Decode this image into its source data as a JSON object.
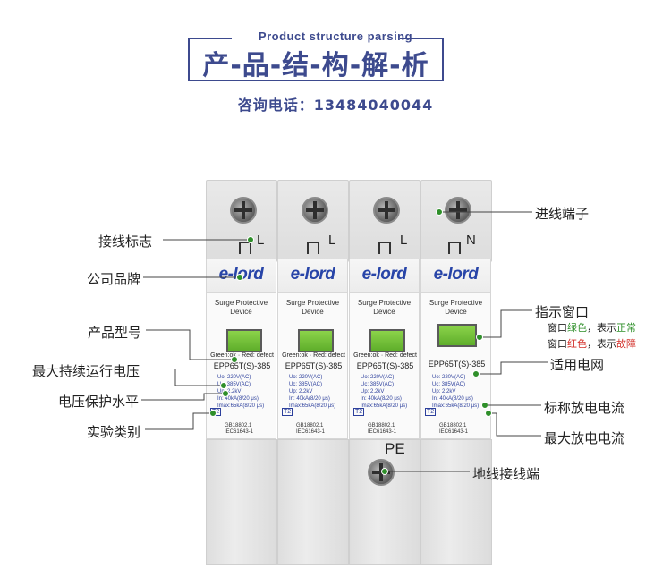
{
  "header": {
    "subtitle_en": "Product structure parsing",
    "title": "产-品-结-构-解-析",
    "phone": "咨询电话：13484040044"
  },
  "device": {
    "modules": [
      {
        "terminal": "L",
        "brand": "e-lord",
        "name": "Surge Protective\nDevice",
        "status": "Green:ok · Red: defect",
        "model": "EPP65T(S)-385",
        "specs": "Uo: 220V(AC)\nUc: 385V(AC)\nUp: 2.2kV\nIn: 40kA(8/20 μs)\nImax:65kA(8/20 μs)",
        "class": "T2",
        "standards": "GB18802.1\nIEC61643-1"
      },
      {
        "terminal": "L",
        "brand": "e-lord",
        "name": "Surge Protective\nDevice",
        "status": "Green:ok · Red: defect",
        "model": "EPP65T(S)-385",
        "specs": "Uo: 220V(AC)\nUc: 385V(AC)\nUp: 2.2kV\nIn: 40kA(8/20 μs)\nImax:65kA(8/20 μs)",
        "class": "T2",
        "standards": "GB18802.1\nIEC61643-1"
      },
      {
        "terminal": "L",
        "brand": "e-lord",
        "name": "Surge Protective\nDevice",
        "status": "Green:ok · Red: defect",
        "model": "EPP65T(S)-385",
        "specs": "Uo: 220V(AC)\nUc: 385V(AC)\nUp: 2.2kV\nIn: 40kA(8/20 μs)\nImax:65kA(8/20 μs)",
        "class": "T2",
        "standards": "GB18802.1\nIEC61643-1"
      },
      {
        "terminal": "N",
        "brand": "e-lord",
        "name": "Surge Protective\nDevice",
        "status": "",
        "model": "EPP65T(S)-385",
        "specs": "Uo: 220V(AC)\nUc: 385V(AC)\nUp: 2.2kV\nIn: 40kA(8/20 μs)\nImax:65kA(8/20 μs)",
        "class": "T2",
        "standards": "GB18802.1\nIEC61643-1"
      }
    ],
    "pe_label": "PE"
  },
  "callouts": {
    "left": {
      "terminal_mark": "接线标志",
      "company_brand": "公司品牌",
      "product_model": "产品型号",
      "max_operating_voltage": "最大持续运行电压",
      "voltage_protection_level": "电压保护水平",
      "test_class": "实验类别"
    },
    "right": {
      "incoming_terminal": "进线端子",
      "indicator_window": "指示窗口",
      "window_note_1_prefix": "窗口",
      "window_note_1_color": "绿色",
      "window_note_1_mid": "，表示",
      "window_note_1_state": "正常",
      "window_note_2_prefix": "窗口",
      "window_note_2_color": "红色",
      "window_note_2_mid": "，表示",
      "window_note_2_state": "故障",
      "applicable_grid": "适用电网",
      "nominal_discharge_current": "标称放电电流",
      "max_discharge_current": "最大放电电流"
    },
    "bottom": {
      "ground_terminal": "地线接线端"
    }
  },
  "colors": {
    "title_blue": "#3d4a8e",
    "brand_blue": "#2845a8",
    "indicator_green": "#6cc13a",
    "callout_dot": "#2f8f2a",
    "normal_green": "#2f8f2a",
    "fault_red": "#d3302a"
  }
}
